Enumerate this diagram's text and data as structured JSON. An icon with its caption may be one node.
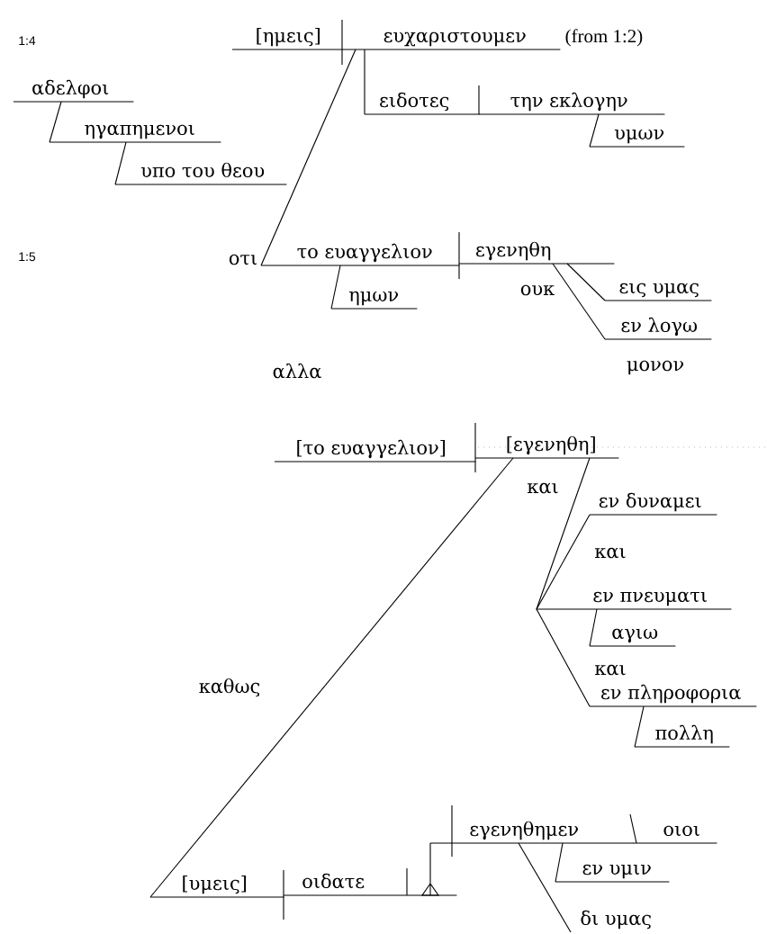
{
  "diagram": {
    "nodes": [
      {
        "text": [
          "[ημεις]"
        ]
      },
      {
        "text": [
          "ευχαριστουμεν"
        ],
        "beside": [
          "(from 1:2)"
        ]
      },
      {
        "text": [
          "ειδοτες"
        ]
      },
      {
        "text": [
          "την εκλογην"
        ]
      },
      {
        "text": [
          "υμων"
        ]
      },
      {
        "text": [
          "αδελφοι"
        ]
      },
      {
        "text": [
          "ηγαπημενοι"
        ]
      },
      {
        "text": [
          "υπο του θεου"
        ]
      },
      {
        "text": [
          "το ευαγγελιον"
        ]
      },
      {
        "text": [
          "εγενηθη"
        ]
      },
      {
        "text": [
          "ημων"
        ]
      },
      {
        "text": [
          "εις υμας"
        ]
      },
      {
        "text": [
          "εν λογω"
        ]
      },
      {
        "text": [
          "[το ευαγγελιον]"
        ]
      },
      {
        "text": [
          "[εγενηθη]"
        ]
      },
      {
        "text": [
          "εν δυναμει"
        ]
      },
      {
        "text": [
          "εν πνευματι"
        ]
      },
      {
        "text": [
          "αγιω"
        ]
      },
      {
        "text": [
          "εν πληροφορια"
        ]
      },
      {
        "text": [
          "πολλη"
        ]
      },
      {
        "text": [
          "[υμεις]"
        ]
      },
      {
        "text": [
          "οιδατε"
        ]
      },
      {
        "text": [
          "εγενηθημεν"
        ]
      },
      {
        "text": [
          "οιοι"
        ]
      },
      {
        "text": [
          "εν υμιν"
        ]
      },
      {
        "text": [
          "δι υμας"
        ]
      }
    ],
    "edges": [
      {
        "from": 1,
        "to": 2,
        "arrow": "none"
      },
      {
        "from": 3,
        "to": 4,
        "arrow": "none"
      },
      {
        "from": 5,
        "to": 6,
        "arrow": "none"
      },
      {
        "from": 6,
        "to": 7,
        "arrow": "none"
      },
      {
        "from": 1,
        "to": 8,
        "arrow": "none",
        "label": "οτι"
      },
      {
        "from": 8,
        "to": 10,
        "arrow": "none"
      },
      {
        "from": 9,
        "to": 11,
        "arrow": "none"
      },
      {
        "from": 9,
        "to": 12,
        "arrow": "none",
        "label": "ουκ"
      },
      {
        "from": 14,
        "to": 15,
        "arrow": "none"
      },
      {
        "from": 14,
        "to": 16,
        "arrow": "none"
      },
      {
        "from": 14,
        "to": 18,
        "arrow": "none"
      },
      {
        "from": 16,
        "to": 17,
        "arrow": "none"
      },
      {
        "from": 18,
        "to": 19,
        "arrow": "none"
      },
      {
        "from": 14,
        "to": 20,
        "arrow": "none",
        "label": "καθως"
      },
      {
        "from": 21,
        "to": 22,
        "arrow": "none"
      },
      {
        "from": 22,
        "to": 24,
        "arrow": "none"
      },
      {
        "from": 22,
        "to": 25,
        "arrow": "none"
      }
    ],
    "labels": [
      "1:4",
      "1:5",
      "μονον",
      "αλλα",
      "και",
      "και",
      "και"
    ]
  }
}
